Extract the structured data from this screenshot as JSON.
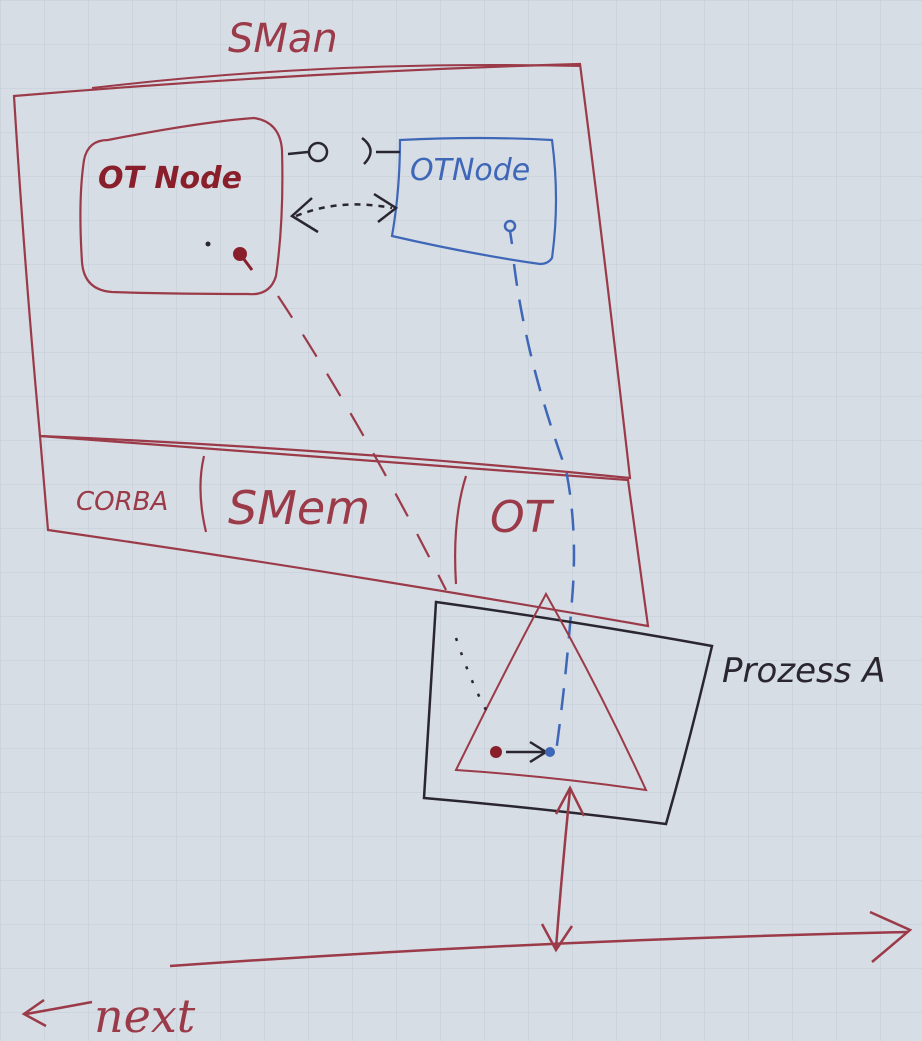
{
  "labels": {
    "top": "SMan",
    "node_left": "OT Node",
    "node_right": "OTNode",
    "layer_corba": "CORBA",
    "layer_smem": "SMem",
    "layer_ot": "OT",
    "process": "Prozess A",
    "bottom": "next"
  },
  "colors": {
    "paper": "#d6dde4",
    "grid": "#c7d1db",
    "ink_red": "#9b3a48",
    "ink_blue": "#3f67b8",
    "ink_black": "#2a2630",
    "ink_darkred": "#8a1f2c"
  }
}
